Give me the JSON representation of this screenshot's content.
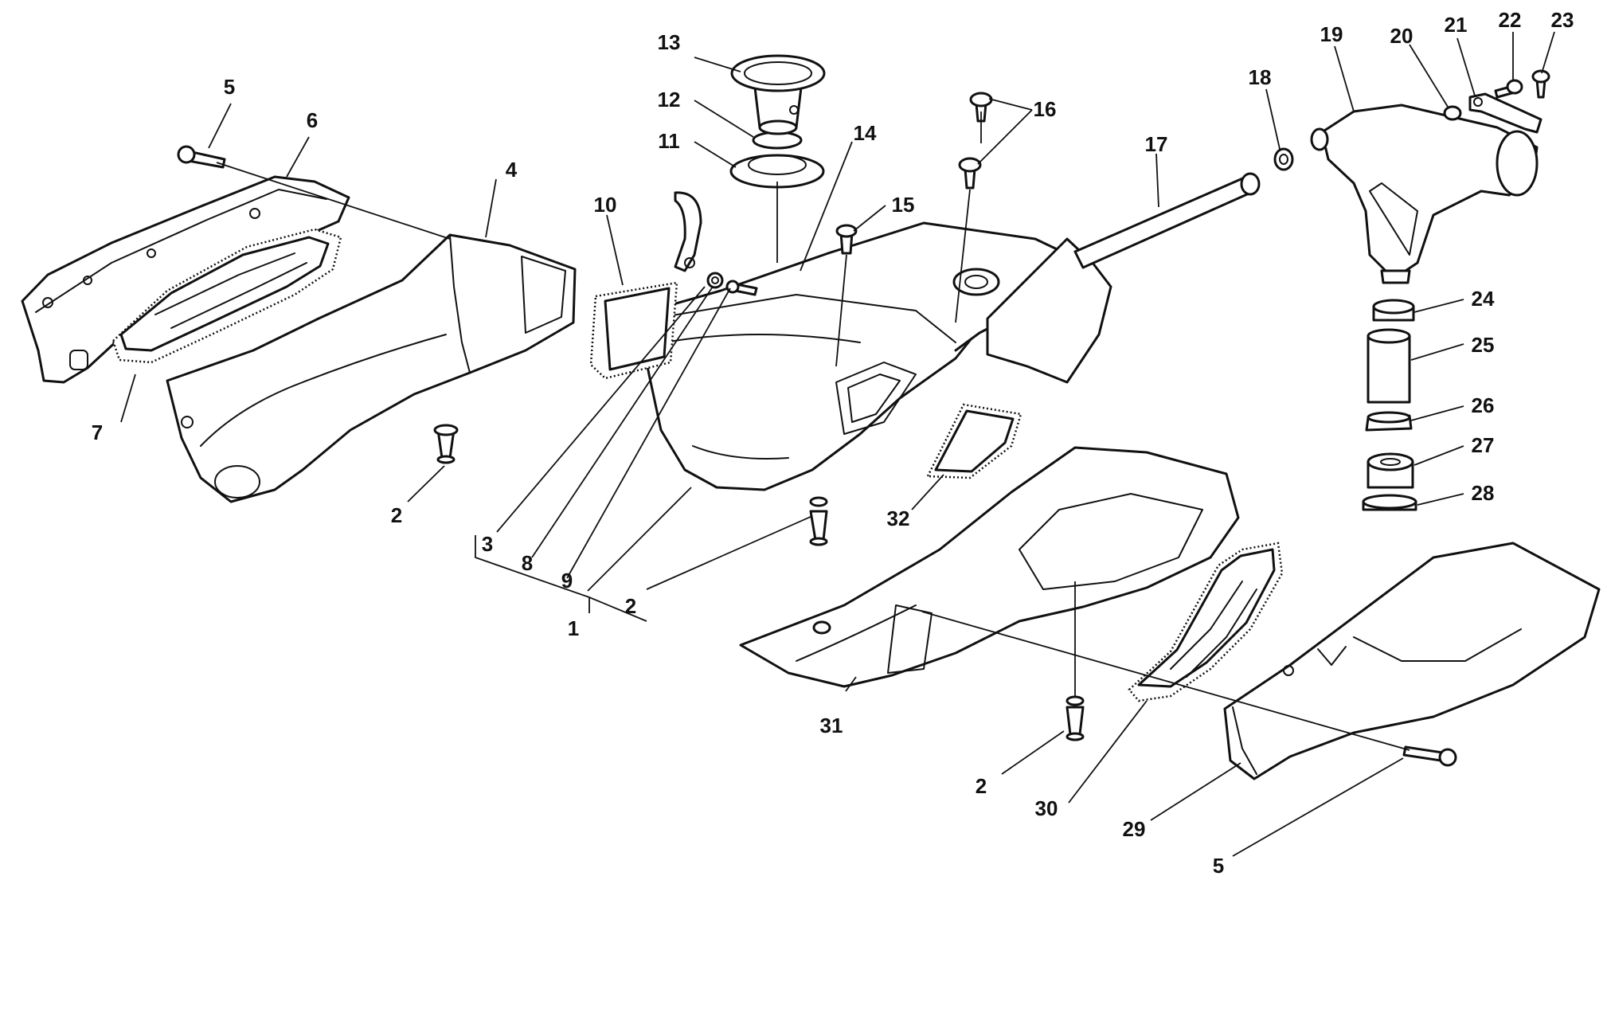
{
  "callouts": [
    {
      "id": "c1",
      "text": "1"
    },
    {
      "id": "c2a",
      "text": "2"
    },
    {
      "id": "c2b",
      "text": "2"
    },
    {
      "id": "c2c",
      "text": "2"
    },
    {
      "id": "c3",
      "text": "3"
    },
    {
      "id": "c4",
      "text": "4"
    },
    {
      "id": "c5a",
      "text": "5"
    },
    {
      "id": "c5b",
      "text": "5"
    },
    {
      "id": "c6",
      "text": "6"
    },
    {
      "id": "c7",
      "text": "7"
    },
    {
      "id": "c8",
      "text": "8"
    },
    {
      "id": "c9",
      "text": "9"
    },
    {
      "id": "c10",
      "text": "10"
    },
    {
      "id": "c11",
      "text": "11"
    },
    {
      "id": "c12",
      "text": "12"
    },
    {
      "id": "c13",
      "text": "13"
    },
    {
      "id": "c14",
      "text": "14"
    },
    {
      "id": "c15",
      "text": "15"
    },
    {
      "id": "c16",
      "text": "16"
    },
    {
      "id": "c17",
      "text": "17"
    },
    {
      "id": "c18",
      "text": "18"
    },
    {
      "id": "c19",
      "text": "19"
    },
    {
      "id": "c20",
      "text": "20"
    },
    {
      "id": "c21",
      "text": "21"
    },
    {
      "id": "c22",
      "text": "22"
    },
    {
      "id": "c23",
      "text": "23"
    },
    {
      "id": "c24",
      "text": "24"
    },
    {
      "id": "c25",
      "text": "25"
    },
    {
      "id": "c26",
      "text": "26"
    },
    {
      "id": "c27",
      "text": "27"
    },
    {
      "id": "c28",
      "text": "28"
    },
    {
      "id": "c29",
      "text": "29"
    },
    {
      "id": "c30",
      "text": "30"
    },
    {
      "id": "c31",
      "text": "31"
    },
    {
      "id": "c32",
      "text": "32"
    }
  ]
}
